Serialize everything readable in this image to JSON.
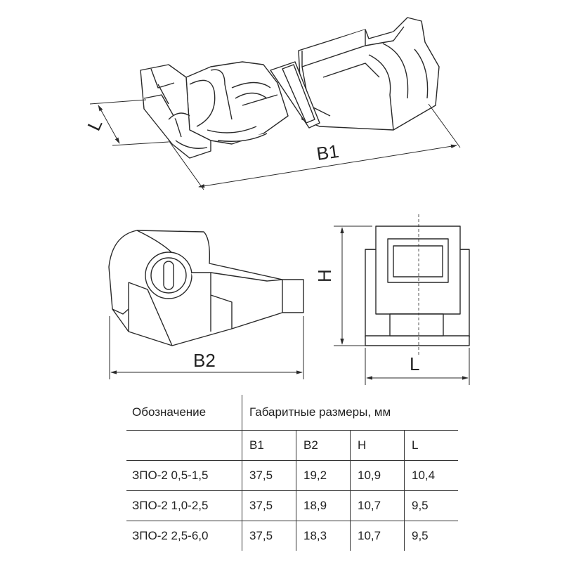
{
  "dimensions": {
    "isometric": {
      "length_label": "L",
      "width_label": "B1"
    },
    "side": {
      "width_label": "B2"
    },
    "front": {
      "height_label": "H",
      "length_label": "L"
    }
  },
  "table": {
    "designation_header": "Обозначение",
    "dimensions_header": "Габаритные размеры, мм",
    "columns": [
      "B1",
      "B2",
      "H",
      "L"
    ],
    "rows": [
      {
        "designation": "ЗПО-2  0,5-1,5",
        "values": [
          "37,5",
          "19,2",
          "10,9",
          "10,4"
        ]
      },
      {
        "designation": "ЗПО-2  1,0-2,5",
        "values": [
          "37,5",
          "18,9",
          "10,7",
          "9,5"
        ]
      },
      {
        "designation": "ЗПО-2  2,5-6,0",
        "values": [
          "37,5",
          "18,3",
          "10,7",
          "9,5"
        ]
      }
    ]
  },
  "colors": {
    "line": "#2a2a2a",
    "fill": "#ffffff"
  }
}
